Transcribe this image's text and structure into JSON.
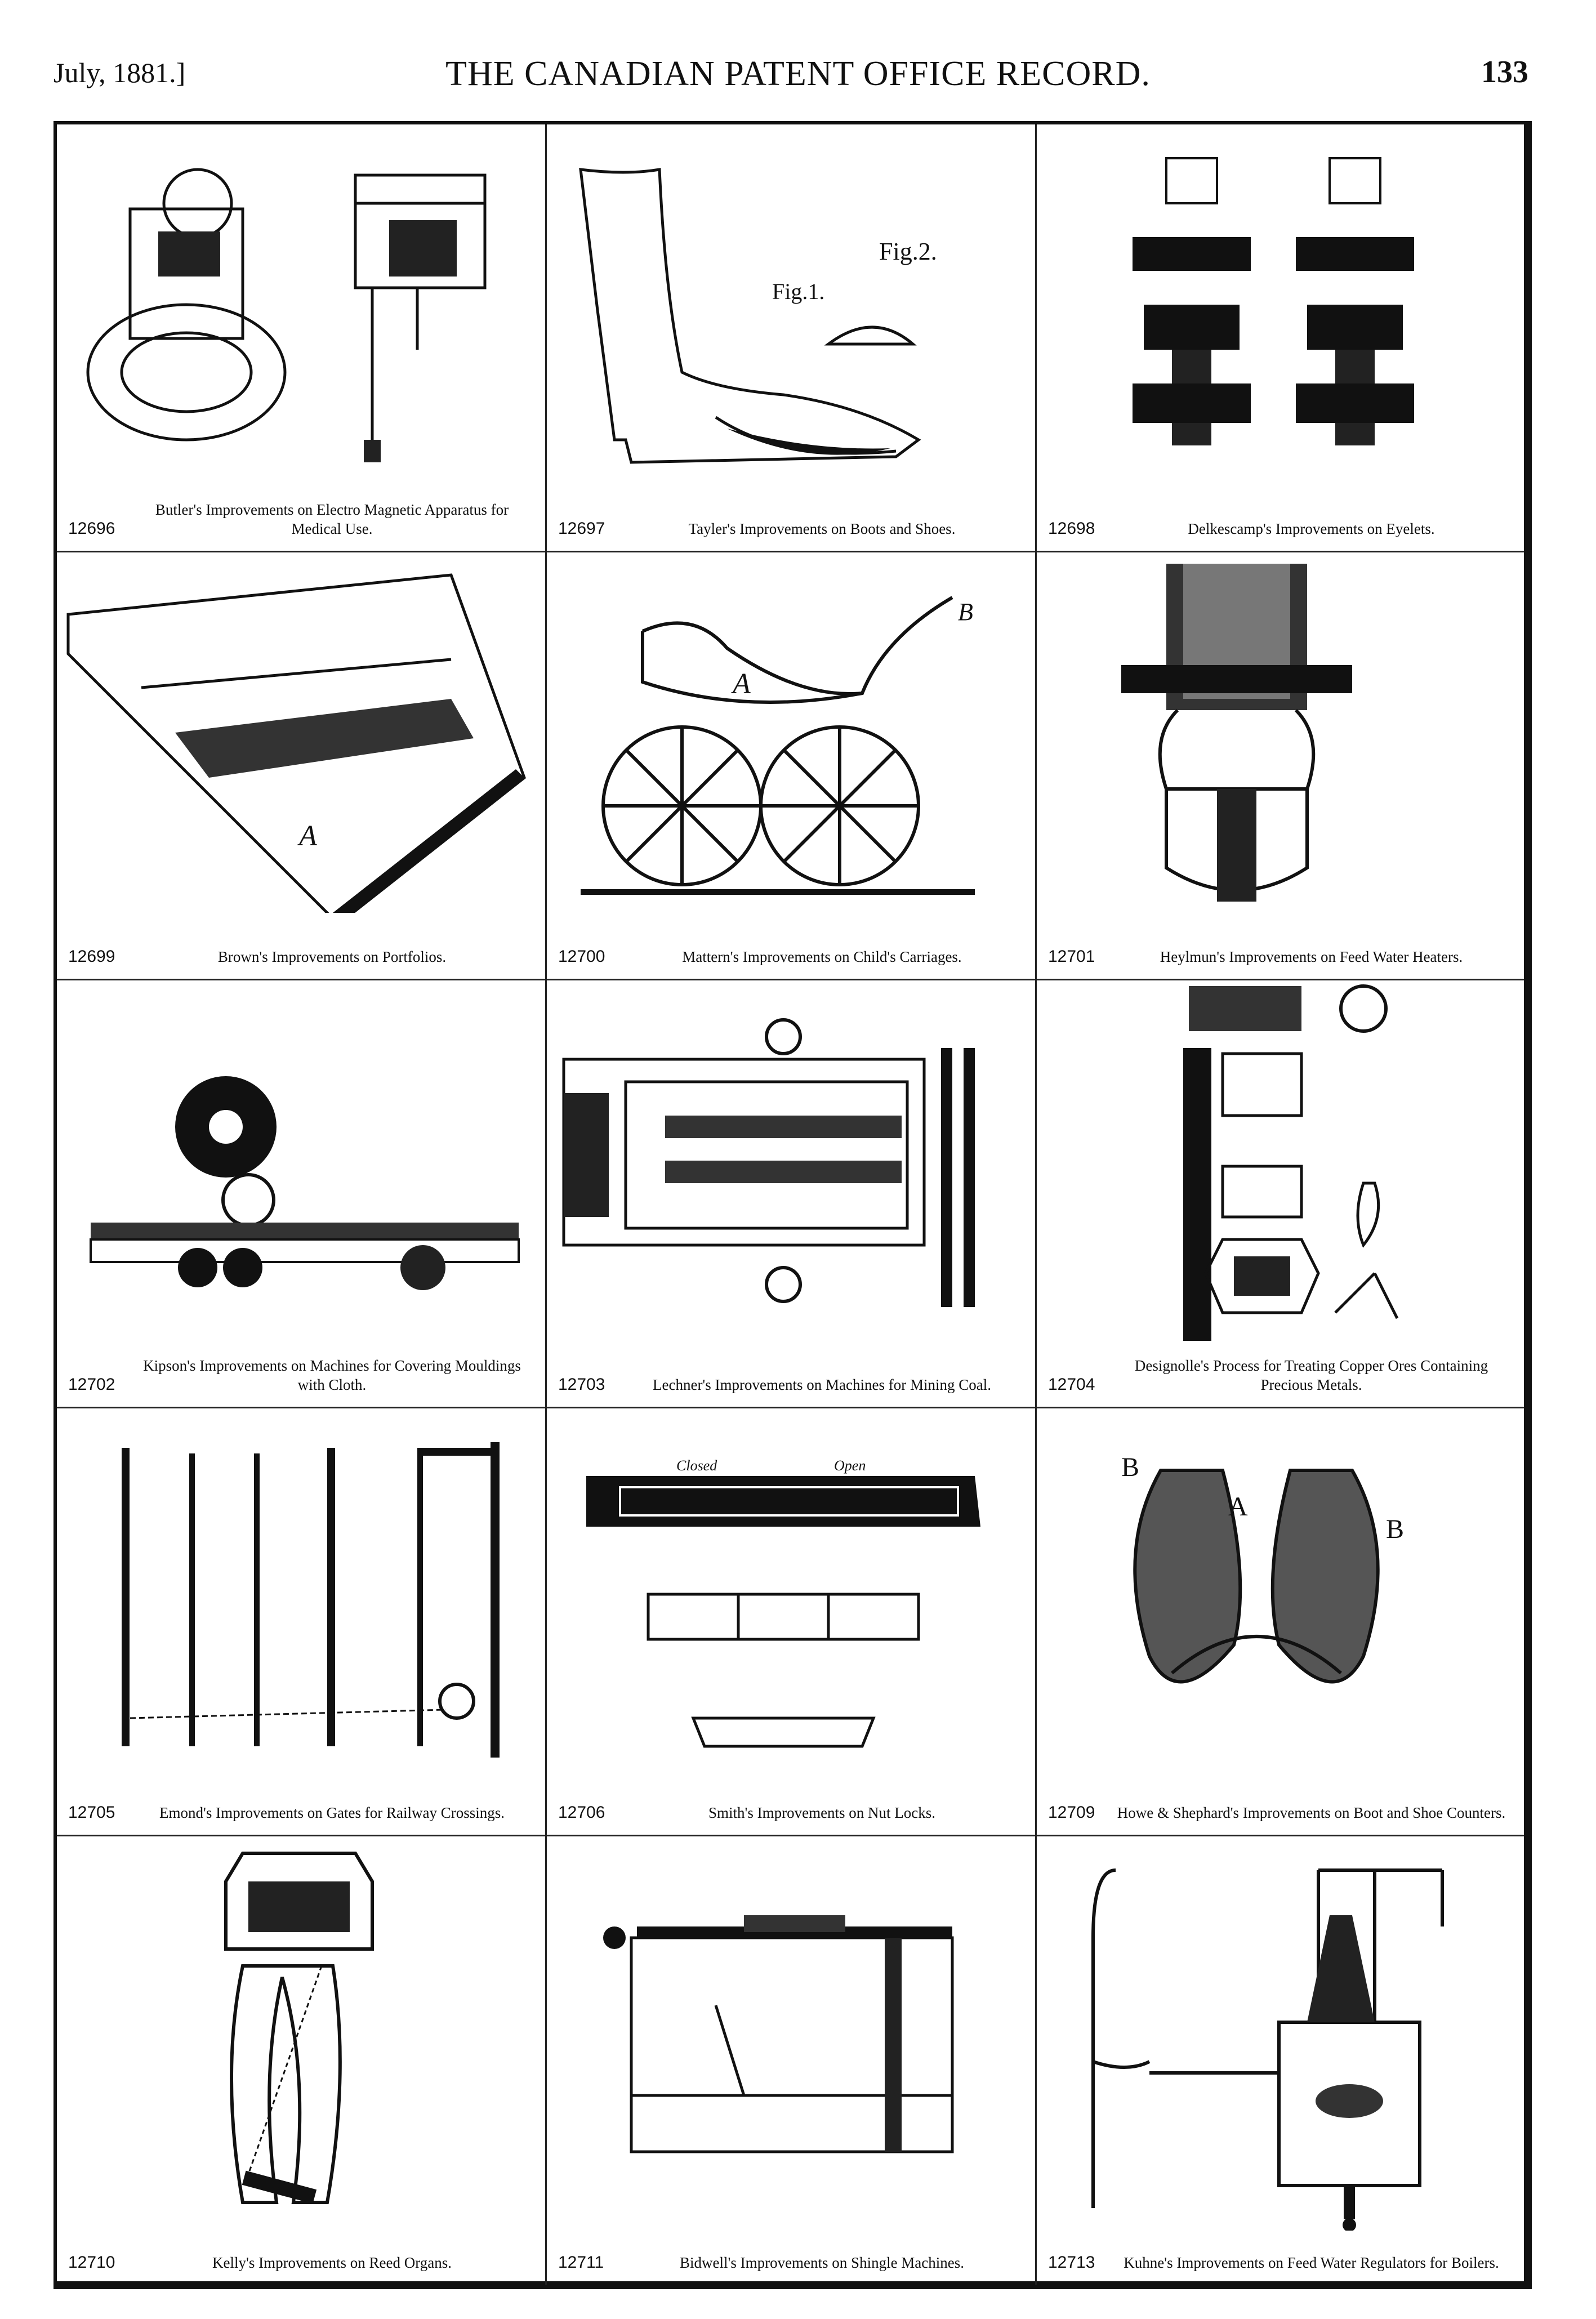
{
  "header": {
    "date": "July, 1881.]",
    "title": "THE CANADIAN PATENT OFFICE RECORD.",
    "page_number": "133"
  },
  "patents": [
    {
      "number": "12696",
      "caption": "Butler's Improvements on Electro Magnetic Apparatus for Medical Use.",
      "icon": "electro-magnetic-apparatus-figure"
    },
    {
      "number": "12697",
      "caption": "Tayler's Improvements on Boots and Shoes.",
      "icon": "boot-figure"
    },
    {
      "number": "12698",
      "caption": "Delkescamp's Improvements on Eyelets.",
      "icon": "eyelet-figure"
    },
    {
      "number": "12699",
      "caption": "Brown's Improvements on Portfolios.",
      "icon": "portfolio-figure"
    },
    {
      "number": "12700",
      "caption": "Mattern's Improvements on Child's Carriages.",
      "icon": "child-carriage-figure"
    },
    {
      "number": "12701",
      "caption": "Heylmun's Improvements on Feed Water Heaters.",
      "icon": "feed-water-heater-figure"
    },
    {
      "number": "12702",
      "caption": "Kipson's Improvements on Machines for Covering Mouldings with Cloth.",
      "icon": "covering-machine-figure"
    },
    {
      "number": "12703",
      "caption": "Lechner's Improvements on Machines for Mining Coal.",
      "icon": "coal-mining-machine-figure"
    },
    {
      "number": "12704",
      "caption": "Designolle's Process for Treating Copper Ores Containing Precious Metals.",
      "icon": "copper-ore-apparatus-figure"
    },
    {
      "number": "12705",
      "caption": "Emond's Improvements on Gates for Railway Crossings.",
      "icon": "railway-gate-figure"
    },
    {
      "number": "12706",
      "caption": "Smith's Improvements on Nut Locks.",
      "icon": "nut-lock-figure"
    },
    {
      "number": "12709",
      "caption": "Howe & Shephard's Improvements on Boot and Shoe Counters.",
      "icon": "shoe-counter-figure"
    },
    {
      "number": "12710",
      "caption": "Kelly's Improvements on Reed Organs.",
      "icon": "reed-organ-figure"
    },
    {
      "number": "12711",
      "caption": "Bidwell's Improvements on Shingle Machines.",
      "icon": "shingle-machine-figure"
    },
    {
      "number": "12713",
      "caption": "Kuhne's Improvements on Feed Water Regulators for Boilers.",
      "icon": "feed-water-regulator-figure"
    }
  ],
  "figure_labels": {
    "p12697_fig1": "Fig.1.",
    "p12697_fig2": "Fig.2.",
    "p12699_a": "A",
    "p12700_a": "A",
    "p12700_b": "B",
    "p12709_a": "A",
    "p12709_b1": "B",
    "p12709_b2": "B",
    "p12706_closed": "Closed",
    "p12706_open": "Open"
  }
}
